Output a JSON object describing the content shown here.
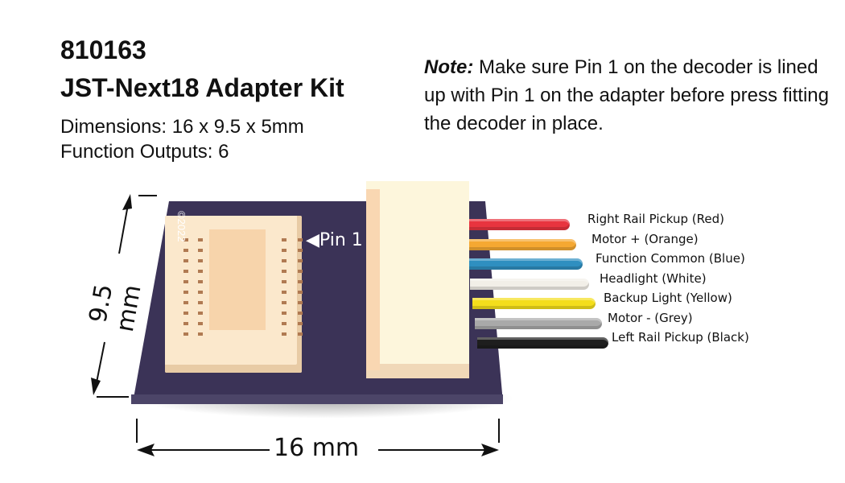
{
  "header": {
    "part_number": "810163",
    "title": "JST-Next18 Adapter Kit",
    "dimensions": "Dimensions: 16 x 9.5 x 5mm",
    "function_outputs": "Function Outputs: 6"
  },
  "note": {
    "label": "Note:",
    "text": " Make sure Pin 1 on the decoder is lined up with Pin 1 on the adapter before press fitting the decoder in place."
  },
  "board": {
    "copyright": "©2022",
    "pin1_label": "◀Pin 1",
    "colors": {
      "pcb": "#3b3357",
      "plastic": "#fbe8cc",
      "connector": "#fdf6dc"
    }
  },
  "wires": [
    {
      "label": "Right Rail Pickup (Red)",
      "color": "#e8343f"
    },
    {
      "label": "Motor + (Orange)",
      "color": "#f5a832"
    },
    {
      "label": "Function Common (Blue)",
      "color": "#2f8fc0"
    },
    {
      "label": "Headlight (White)",
      "color": "#f2efe8"
    },
    {
      "label": "Backup Light (Yellow)",
      "color": "#f4de1c"
    },
    {
      "label": "Motor - (Grey)",
      "color": "#a9a9a9"
    },
    {
      "label": "Left Rail Pickup (Black)",
      "color": "#1e1e1e"
    }
  ],
  "dimensions": {
    "height_label": "9.5 mm",
    "width_label": "16 mm"
  }
}
